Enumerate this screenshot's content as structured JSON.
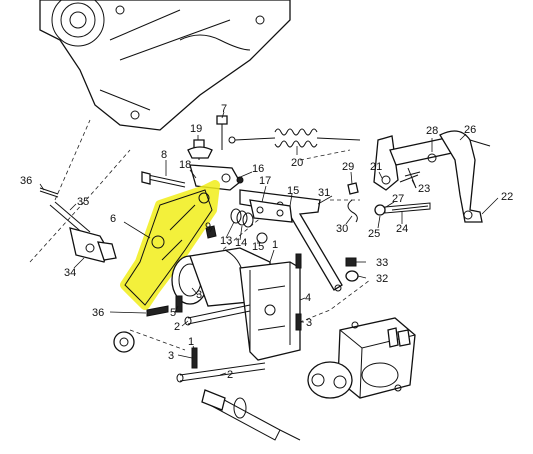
{
  "highlight_color": "#f2ee1a",
  "callouts": [
    {
      "id": "c7",
      "text": "7"
    },
    {
      "id": "c19",
      "text": "19"
    },
    {
      "id": "c20",
      "text": "20"
    },
    {
      "id": "c28",
      "text": "28"
    },
    {
      "id": "c26",
      "text": "26"
    },
    {
      "id": "c8",
      "text": "8"
    },
    {
      "id": "c18",
      "text": "18"
    },
    {
      "id": "c16",
      "text": "16"
    },
    {
      "id": "c29",
      "text": "29"
    },
    {
      "id": "c21",
      "text": "21"
    },
    {
      "id": "c36a",
      "text": "36"
    },
    {
      "id": "c17",
      "text": "17"
    },
    {
      "id": "c15a",
      "text": "15"
    },
    {
      "id": "c31",
      "text": "31"
    },
    {
      "id": "c23",
      "text": "23"
    },
    {
      "id": "c22",
      "text": "22"
    },
    {
      "id": "c35",
      "text": "35"
    },
    {
      "id": "c27",
      "text": "27"
    },
    {
      "id": "c6",
      "text": "6"
    },
    {
      "id": "c9",
      "text": "9"
    },
    {
      "id": "c30",
      "text": "30"
    },
    {
      "id": "c25",
      "text": "25"
    },
    {
      "id": "c24",
      "text": "24"
    },
    {
      "id": "c13",
      "text": "13"
    },
    {
      "id": "c14",
      "text": "14"
    },
    {
      "id": "c15b",
      "text": "15"
    },
    {
      "id": "c1a",
      "text": "1"
    },
    {
      "id": "c34",
      "text": "34"
    },
    {
      "id": "c33",
      "text": "33"
    },
    {
      "id": "c32",
      "text": "32"
    },
    {
      "id": "c3a",
      "text": "3"
    },
    {
      "id": "c4",
      "text": "4"
    },
    {
      "id": "c5",
      "text": "5"
    },
    {
      "id": "c36b",
      "text": "36"
    },
    {
      "id": "c2a",
      "text": "2"
    },
    {
      "id": "c3b",
      "text": "3"
    },
    {
      "id": "c1b",
      "text": "1"
    },
    {
      "id": "c3c",
      "text": "3"
    },
    {
      "id": "c2b",
      "text": "2"
    }
  ]
}
